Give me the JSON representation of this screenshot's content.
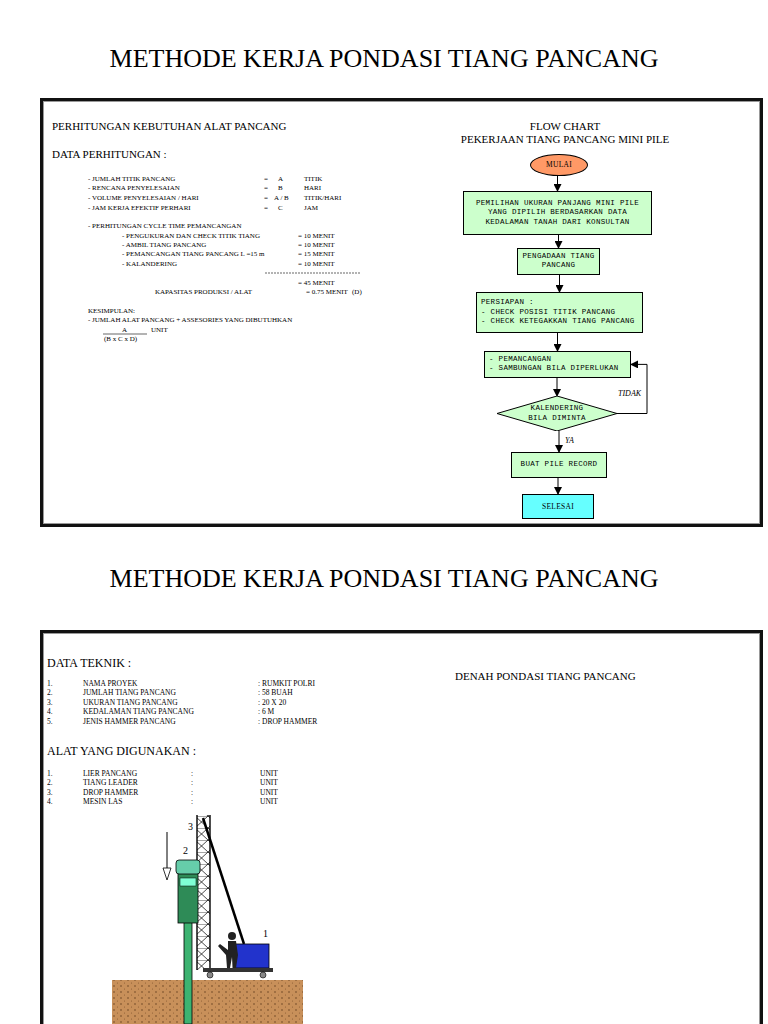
{
  "diagram": {
    "title": "METHODE KERJA PONDASI TIANG PANCANG",
    "nodes": [
      {
        "text": [
          "PERHITUNGAN KEBUTUHAN ALAT PANCANG",
          "DATA PERHITUNGAN :",
          "- JUMLAH TITIK PANCANG",
          "=",
          "A",
          "TITIK",
          "- RENCANA PENYELESAIAN",
          "=",
          "B",
          "HARI",
          "- VOLUME PENYELESAIAN / HARI",
          "=",
          "A / B",
          "TITIK/HARI",
          "- JAM KERJA EFEKTIF PERHARI",
          "=",
          "C",
          "JAM",
          "- PERHITUNGAN CYCLE TIME PEMANCANGAN",
          "- PENGUKURAN DAN CHECK TITIK TIANG",
          "= 10 MENIT",
          "- AMBIL TIANG PANCANG",
          "= 10 MENIT",
          "- PEMANCANGAN TIANG PANCANG L =15 m",
          "= 15 MENIT",
          "- KALANDERING",
          "= 10 MENIT",
          "= 45 MENIT",
          "KAPASITAS PRODUKSI / ALAT",
          "= 0.75 MENIT",
          "(D)",
          "KESIMPULAN:",
          "- JUMLAH ALAT PANCANG + ASSESORIES YANG DIBUTUHKAN",
          "A",
          "UNIT",
          "(B x C x D)",
          "FLOW CHART",
          "PEKERJAAN TIANG PANCANG MINI PILE"
        ]
      },
      {
        "text": [
          "MULAI"
        ],
        "in": 0
      },
      {
        "text": [
          "PEMILIHAN UKURAN PANJANG MINI PILE YANG DIPILIH BERDASARKAN DATA KEDALAMAN TANAH DARI KONSULTAN"
        ],
        "in": 0
      },
      {
        "text": [
          "PENGADAAN TIANG PANCANG"
        ],
        "in": 0
      },
      {
        "text": [
          "PERSIAPAN :",
          "- CHECK POSISI TITIK PANCANG",
          "- CHECK KETEGAKKAN TIANG PANCANG"
        ],
        "in": 0
      },
      {
        "text": [
          "- PEMANCANGAN",
          "- SAMBUNGAN BILA DIPERLUKAN"
        ],
        "in": 0
      },
      {
        "text": [
          "KALENDERING BILA DIMINTA"
        ],
        "in": 0
      },
      {
        "text": [
          "BUAT PILE RECORD"
        ],
        "in": 0
      },
      {
        "text": [
          "SELESAI"
        ],
        "in": 0
      },
      {
        "text": [
          "DATA TEKNIK :",
          "1.",
          "NAMA PROYEK",
          ": RUMKIT POLRI",
          "2.",
          "JUMLAH TIANG PANCANG",
          ": 58 BUAH",
          "3.",
          "UKURAN TIANG PANCANG",
          ": 20 X 20",
          "4.",
          "KEDALAMAN TIANG PANCANG",
          ": 6 M",
          "5.",
          "JENIS HAMMER PANCANG",
          ": DROP HAMMER",
          "ALAT YANG DIGUNAKAN :",
          "1.",
          "LIER PANCANG",
          ":",
          "UNIT",
          "2.",
          "TIANG LEADER",
          ":",
          "UNIT",
          "3.",
          "DROP HAMMER",
          ":",
          "UNIT",
          "4.",
          "MESIN LAS",
          ":",
          "UNIT",
          "DENAH PONDASI TIANG PANCANG"
        ]
      }
    ],
    "edges": [
      {
        "from": 1,
        "to": 2,
        "arrow": "to"
      },
      {
        "from": 2,
        "to": 3,
        "arrow": "to"
      },
      {
        "from": 3,
        "to": 4,
        "arrow": "to"
      },
      {
        "from": 4,
        "to": 5,
        "arrow": "to"
      },
      {
        "from": 5,
        "to": 6,
        "arrow": "to"
      },
      {
        "from": 6,
        "to": 7,
        "label": "YA",
        "arrow": "to"
      },
      {
        "from": 6,
        "to": 5,
        "label": "TIDAK",
        "arrow": "to"
      },
      {
        "from": 7,
        "to": 8,
        "arrow": "to"
      }
    ],
    "labels": [
      "METHODE KERJA PONDASI TIANG PANCANG",
      "3",
      "2",
      "1"
    ]
  }
}
